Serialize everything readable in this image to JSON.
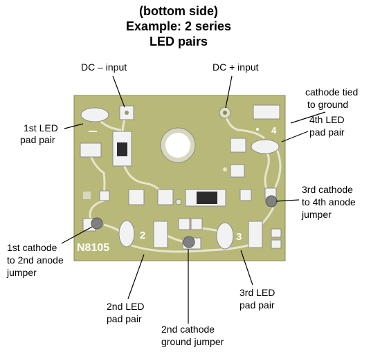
{
  "title": {
    "line1": "(bottom side)",
    "line2": "Example: 2 series",
    "line3": "LED pairs"
  },
  "labels": {
    "dc_minus": "DC – input",
    "dc_plus": "DC + input",
    "cathode_tied_1": "cathode tied",
    "cathode_tied_2": "to ground",
    "led4_1": "4th LED",
    "led4_2": "pad pair",
    "led1_1": "1st LED",
    "led1_2": "pad pair",
    "jumper3_1": "3rd cathode",
    "jumper3_2": "to 4th anode",
    "jumper3_3": "jumper",
    "jumper1_1": "1st cathode",
    "jumper1_2": "to 2nd anode",
    "jumper1_3": "jumper",
    "led2_1": "2nd LED",
    "led2_2": "pad pair",
    "gnd_1": "2nd cathode",
    "gnd_2": "ground jumper",
    "led3_1": "3rd LED",
    "led3_2": "pad pair"
  },
  "silkscreen": {
    "part_number": "N8105",
    "num_2": "2",
    "num_3": "3",
    "num_4": "4"
  },
  "colors": {
    "board": "#b8b878",
    "board_edge": "#8a8a58",
    "pad": "#f2f2f2",
    "pad_edge": "#8c8c8c",
    "jumper_blob": "#808080",
    "component": "#2c2c2c"
  }
}
